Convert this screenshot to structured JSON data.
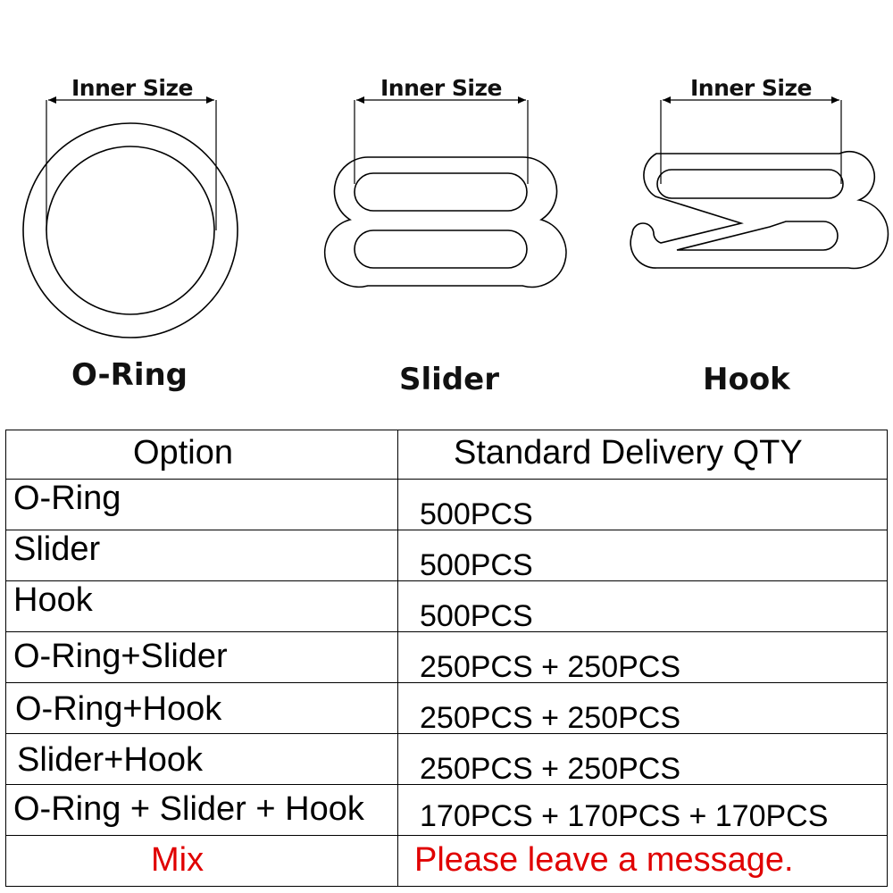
{
  "diagram": {
    "parts": [
      {
        "name": "O-Ring",
        "inner_label": "Inner Size"
      },
      {
        "name": "Slider",
        "inner_label": "Inner Size"
      },
      {
        "name": "Hook",
        "inner_label": "Inner Size"
      }
    ]
  },
  "table": {
    "headers": [
      "Option",
      "Standard Delivery QTY"
    ],
    "rows": [
      {
        "option": "O-Ring",
        "qty": "500PCS"
      },
      {
        "option": "Slider",
        "qty": "500PCS"
      },
      {
        "option": "Hook",
        "qty": "500PCS"
      },
      {
        "option": "O-Ring+Slider",
        "qty": "250PCS + 250PCS"
      },
      {
        "option": "O-Ring+Hook",
        "qty": "250PCS + 250PCS"
      },
      {
        "option": "Slider+Hook",
        "qty": "250PCS + 250PCS"
      },
      {
        "option": "O-Ring + Slider + Hook",
        "qty": "170PCS + 170PCS + 170PCS"
      },
      {
        "option": "Mix",
        "qty": "Please leave a message."
      }
    ],
    "mix_color": "#e00000"
  }
}
